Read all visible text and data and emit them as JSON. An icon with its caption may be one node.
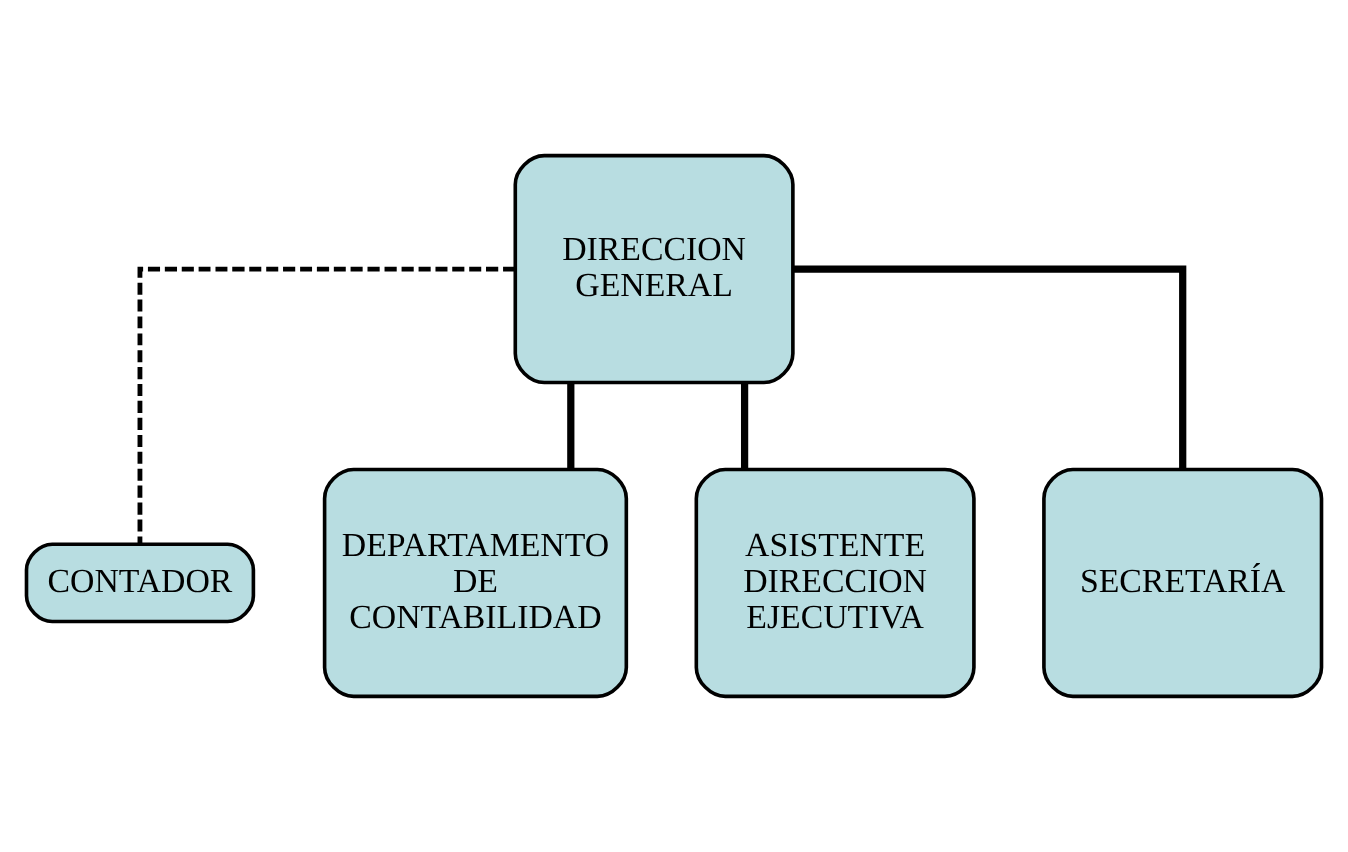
{
  "diagram": {
    "nodes": [
      {
        "text": [
          "DIRECCION GENERAL"
        ]
      },
      {
        "text": [
          "CONTADOR"
        ]
      },
      {
        "text": [
          "DEPARTAMENTO DE CONTABILIDAD"
        ]
      },
      {
        "text": [
          "ASISTENTE DIRECCION EJECUTIVA"
        ]
      },
      {
        "text": [
          "SECRETARÍA"
        ]
      }
    ],
    "edges": [
      {
        "from": 0,
        "to": 2,
        "arrow": "none"
      },
      {
        "from": 0,
        "to": 3,
        "arrow": "none"
      },
      {
        "from": 0,
        "to": 4,
        "arrow": "none"
      },
      {
        "from": 0,
        "to": 1,
        "arrow": "none",
        "style": "dashed"
      }
    ]
  }
}
